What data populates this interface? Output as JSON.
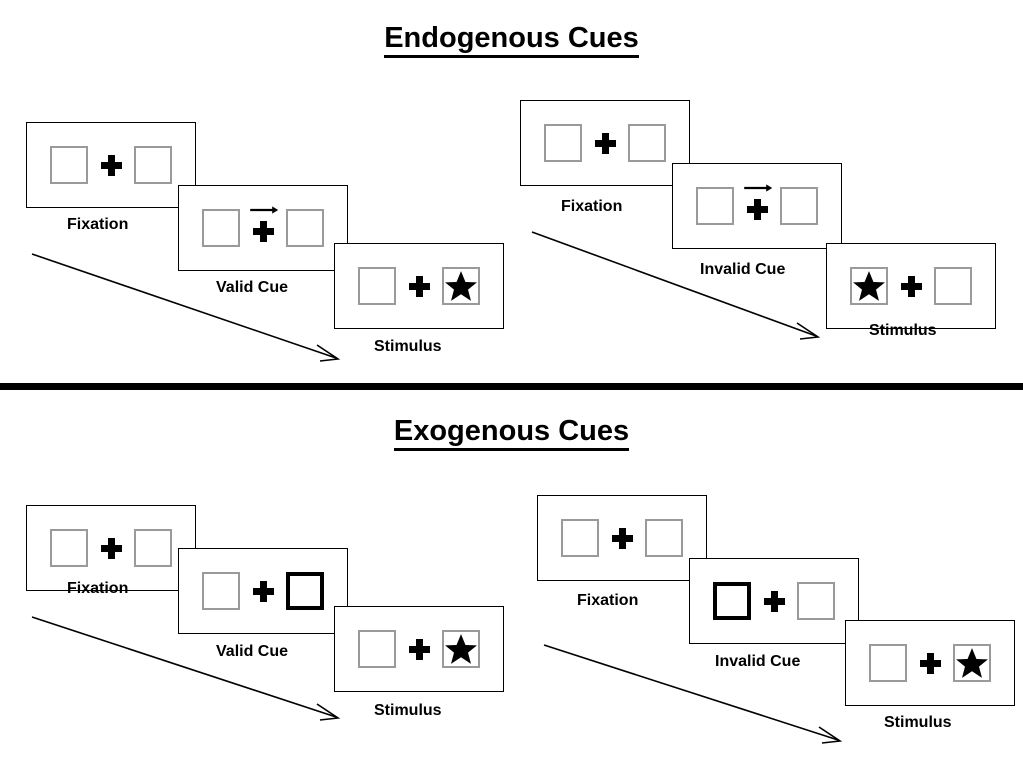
{
  "sections": [
    {
      "id": "endogenous",
      "title": "Endogenous Cues",
      "cue_type": "arrow",
      "columns": [
        {
          "id": "endogenous-valid",
          "frames": [
            {
              "label": "Fixation",
              "left_box": "empty",
              "right_box": "empty",
              "cue": "none",
              "arrow": false
            },
            {
              "label": "Valid Cue",
              "left_box": "empty",
              "right_box": "empty",
              "cue": "right",
              "arrow": true
            },
            {
              "label": "Stimulus",
              "left_box": "empty",
              "right_box": "star",
              "cue": "none",
              "arrow": false
            }
          ]
        },
        {
          "id": "endogenous-invalid",
          "frames": [
            {
              "label": "Fixation",
              "left_box": "empty",
              "right_box": "empty",
              "cue": "none",
              "arrow": false
            },
            {
              "label": "Invalid Cue",
              "left_box": "empty",
              "right_box": "empty",
              "cue": "right",
              "arrow": true
            },
            {
              "label": "Stimulus",
              "left_box": "star",
              "right_box": "empty",
              "cue": "none",
              "arrow": false
            }
          ]
        }
      ]
    },
    {
      "id": "exogenous",
      "title": "Exogenous Cues",
      "cue_type": "box-highlight",
      "columns": [
        {
          "id": "exogenous-valid",
          "frames": [
            {
              "label": "Fixation",
              "left_box": "empty",
              "right_box": "empty",
              "cue": "none",
              "arrow": false
            },
            {
              "label": "Valid Cue",
              "left_box": "empty",
              "right_box": "cued",
              "cue": "right",
              "arrow": false
            },
            {
              "label": "Stimulus",
              "left_box": "empty",
              "right_box": "star",
              "cue": "none",
              "arrow": false
            }
          ]
        },
        {
          "id": "exogenous-invalid",
          "frames": [
            {
              "label": "Fixation",
              "left_box": "empty",
              "right_box": "empty",
              "cue": "none",
              "arrow": false
            },
            {
              "label": "Invalid Cue",
              "left_box": "cued",
              "right_box": "empty",
              "cue": "left",
              "arrow": false
            },
            {
              "label": "Stimulus",
              "left_box": "empty",
              "right_box": "star",
              "cue": "none",
              "arrow": false
            }
          ]
        }
      ]
    }
  ],
  "icons": {
    "fixation_cross": "plus-icon",
    "target": "star-icon",
    "cue_arrow": "arrow-right-icon",
    "time_flow": "time-flow-arrow-icon"
  },
  "colors": {
    "background": "#ffffff",
    "stroke": "#000000",
    "box_border": "#9a9a9a",
    "cued_box_border": "#000000"
  },
  "titles": {
    "top": "Endogenous Cues",
    "bottom": "Exogenous Cues"
  },
  "labels": {
    "fixation": "Fixation",
    "valid_cue": "Valid Cue",
    "invalid_cue": "Invalid Cue",
    "stimulus": "Stimulus"
  }
}
